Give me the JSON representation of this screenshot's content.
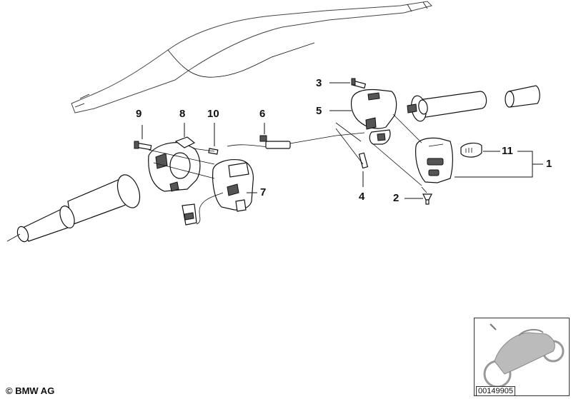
{
  "callouts": {
    "c1": "1",
    "c2": "2",
    "c3": "3",
    "c4": "4",
    "c5": "5",
    "c6": "6",
    "c7": "7",
    "c8": "8",
    "c9": "9",
    "c10": "10",
    "c11": "11"
  },
  "footer": {
    "copyright": "© BMW AG",
    "diagram_id": "00149905"
  }
}
